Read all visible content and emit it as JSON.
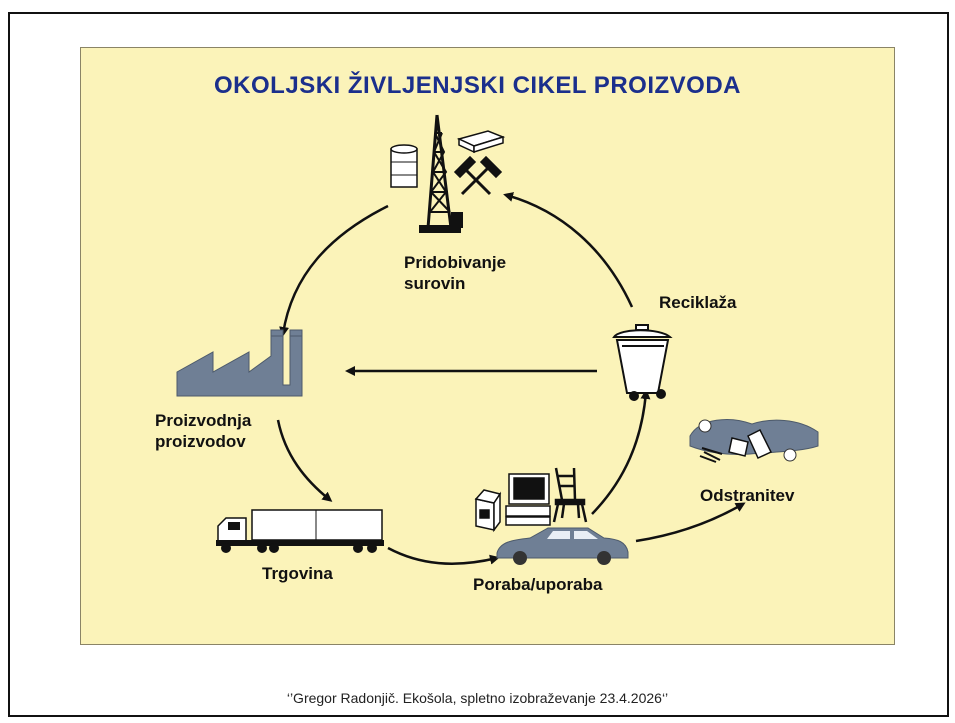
{
  "title": "OKOLJSKI ŽIVLJENJSKI CIKEL PROIZVODA",
  "nodes": {
    "pridobivanje": {
      "line1": "Pridobivanje",
      "line2": "surovin"
    },
    "reciklaza": {
      "label": "Reciklaža"
    },
    "proizvodnja": {
      "line1": "Proizvodnja",
      "line2": "proizvodov"
    },
    "trgovina": {
      "label": "Trgovina"
    },
    "poraba": {
      "label": "Poraba/uporaba"
    },
    "odstranitev": {
      "label": "Odstranitev"
    }
  },
  "caption": "‘’Gregor Radonjič. Ekošola, spletno izobraževanje 23.4.2026‘’",
  "colors": {
    "panel": "#fbf3b9",
    "title": "#1b2f8c",
    "icon": "#6f7f95",
    "arrow": "#111111"
  }
}
